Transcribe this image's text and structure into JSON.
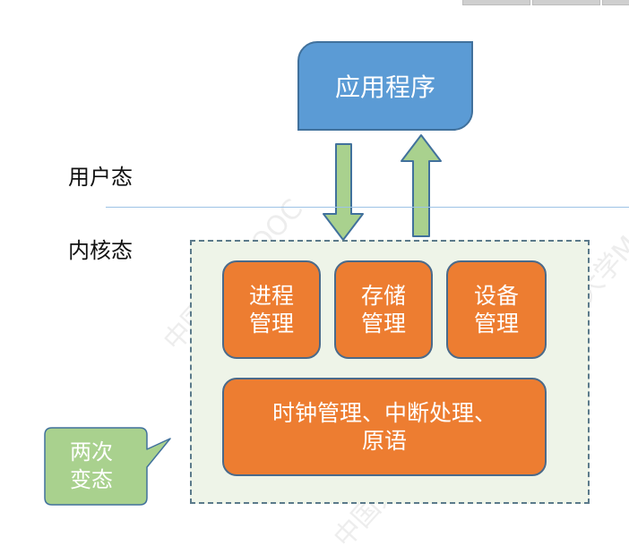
{
  "app_box": {
    "label": "应用程序"
  },
  "zones": {
    "user_mode": "用户态",
    "kernel_mode": "内核态"
  },
  "modules": {
    "process": [
      "进程",
      "管理"
    ],
    "storage": [
      "存储",
      "管理"
    ],
    "device": [
      "设备",
      "管理"
    ],
    "bottom": [
      "时钟管理、中断处理、",
      "原语"
    ]
  },
  "callout": {
    "lines": [
      "两次",
      "变态"
    ]
  },
  "watermark": {
    "text": "中国大学MOOC"
  },
  "colors": {
    "app_blue": "#5b9bd5",
    "module_orange": "#ed7d31",
    "arrow_green": "#a9d18e",
    "callout_green": "#a9d18e",
    "kernel_bg": "#eef4e8"
  }
}
